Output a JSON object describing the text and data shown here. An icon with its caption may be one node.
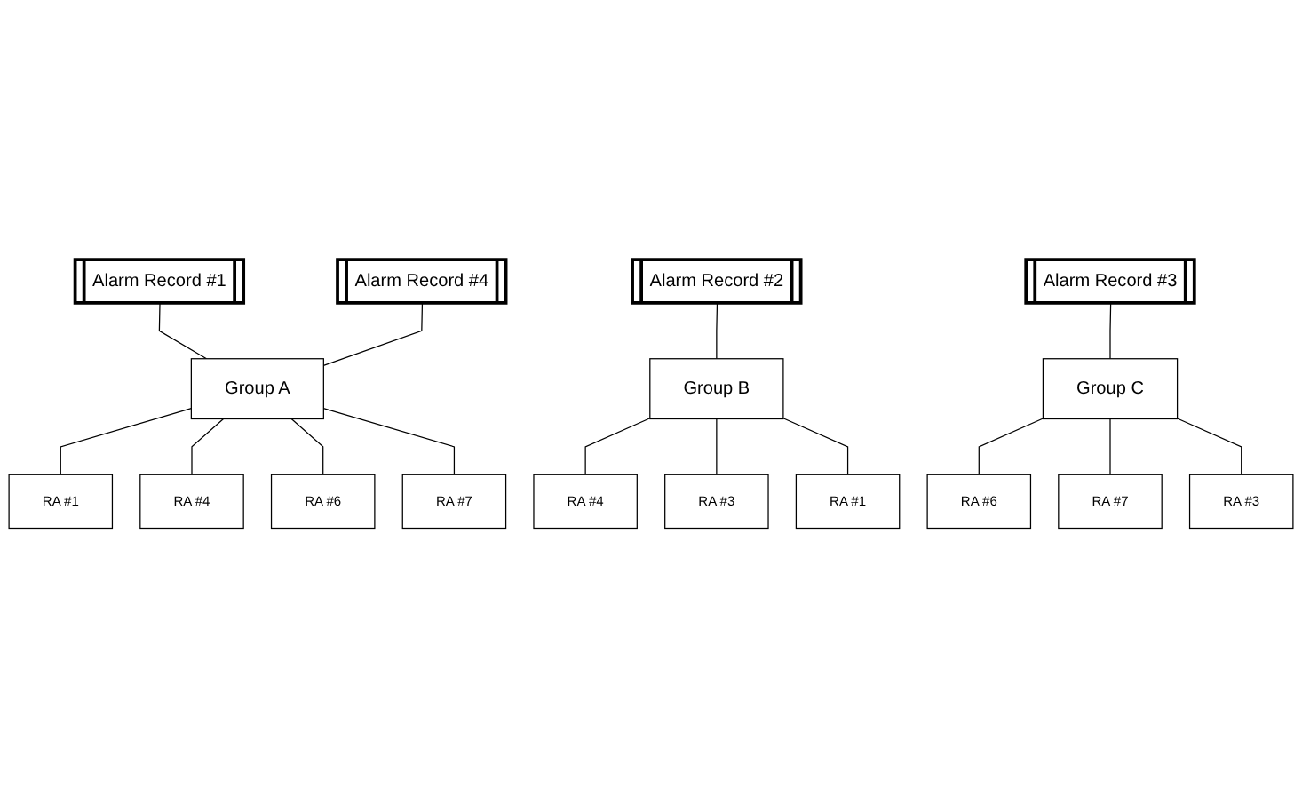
{
  "diagram": {
    "nodes": [
      {
        "text": [
          "Alarm Record #1"
        ]
      },
      {
        "text": [
          "Alarm Record #4"
        ]
      },
      {
        "text": [
          "Alarm Record #2"
        ]
      },
      {
        "text": [
          "Alarm Record #3"
        ]
      },
      {
        "text": [
          "Group A"
        ]
      },
      {
        "text": [
          "Group B"
        ]
      },
      {
        "text": [
          "Group C"
        ]
      },
      {
        "text": [
          "RA #1"
        ]
      },
      {
        "text": [
          "RA #4"
        ]
      },
      {
        "text": [
          "RA #6"
        ]
      },
      {
        "text": [
          "RA #7"
        ]
      },
      {
        "text": [
          "RA #4"
        ]
      },
      {
        "text": [
          "RA #3"
        ]
      },
      {
        "text": [
          "RA #1"
        ]
      },
      {
        "text": [
          "RA #6"
        ]
      },
      {
        "text": [
          "RA #7"
        ]
      },
      {
        "text": [
          "RA #3"
        ]
      }
    ],
    "edges": [
      {
        "from": 0,
        "to": 4,
        "arrow": "none"
      },
      {
        "from": 1,
        "to": 4,
        "arrow": "none"
      },
      {
        "from": 2,
        "to": 5,
        "arrow": "none"
      },
      {
        "from": 3,
        "to": 6,
        "arrow": "none"
      },
      {
        "from": 4,
        "to": 7,
        "arrow": "none"
      },
      {
        "from": 4,
        "to": 8,
        "arrow": "none"
      },
      {
        "from": 4,
        "to": 9,
        "arrow": "none"
      },
      {
        "from": 4,
        "to": 10,
        "arrow": "none"
      },
      {
        "from": 5,
        "to": 11,
        "arrow": "none"
      },
      {
        "from": 5,
        "to": 12,
        "arrow": "none"
      },
      {
        "from": 5,
        "to": 13,
        "arrow": "none"
      },
      {
        "from": 6,
        "to": 14,
        "arrow": "none"
      },
      {
        "from": 6,
        "to": 15,
        "arrow": "none"
      },
      {
        "from": 6,
        "to": 16,
        "arrow": "none"
      }
    ]
  }
}
